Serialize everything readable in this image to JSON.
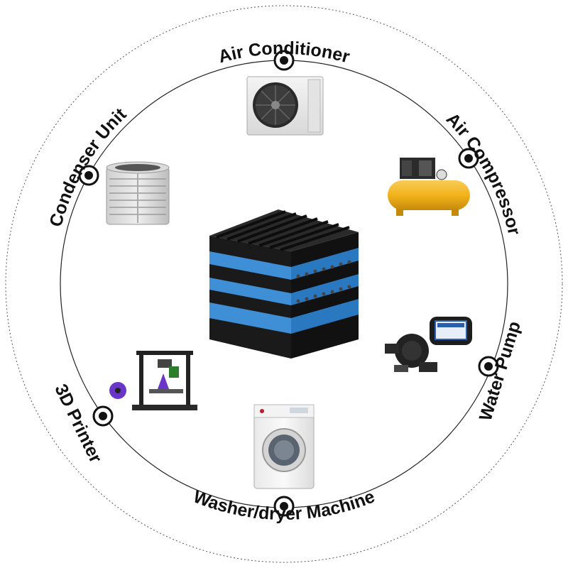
{
  "labels": {
    "air_conditioner": "Air Conditioner",
    "air_compressor": "Air Compressor",
    "water_pump": "Water Pump",
    "washer_dryer": "Washer/dryer Machine",
    "printer_3d": "3D Printer",
    "condenser_unit": "Condenser Unit"
  },
  "icons": {
    "center": "anti-vibration-pad-stack-icon",
    "air_conditioner": "air-conditioner-unit-icon",
    "air_compressor": "air-compressor-icon",
    "water_pump": "water-pump-icon",
    "washer_dryer": "washing-machine-icon",
    "printer_3d": "3d-printer-icon",
    "condenser_unit": "condenser-unit-icon"
  },
  "colors": {
    "pad_black": "#1a1a1a",
    "pad_blue": "#3f8fd6",
    "compressor_tank": "#f2b21b",
    "printer_filament": "#6a35c9",
    "ring_line": "#222222"
  }
}
